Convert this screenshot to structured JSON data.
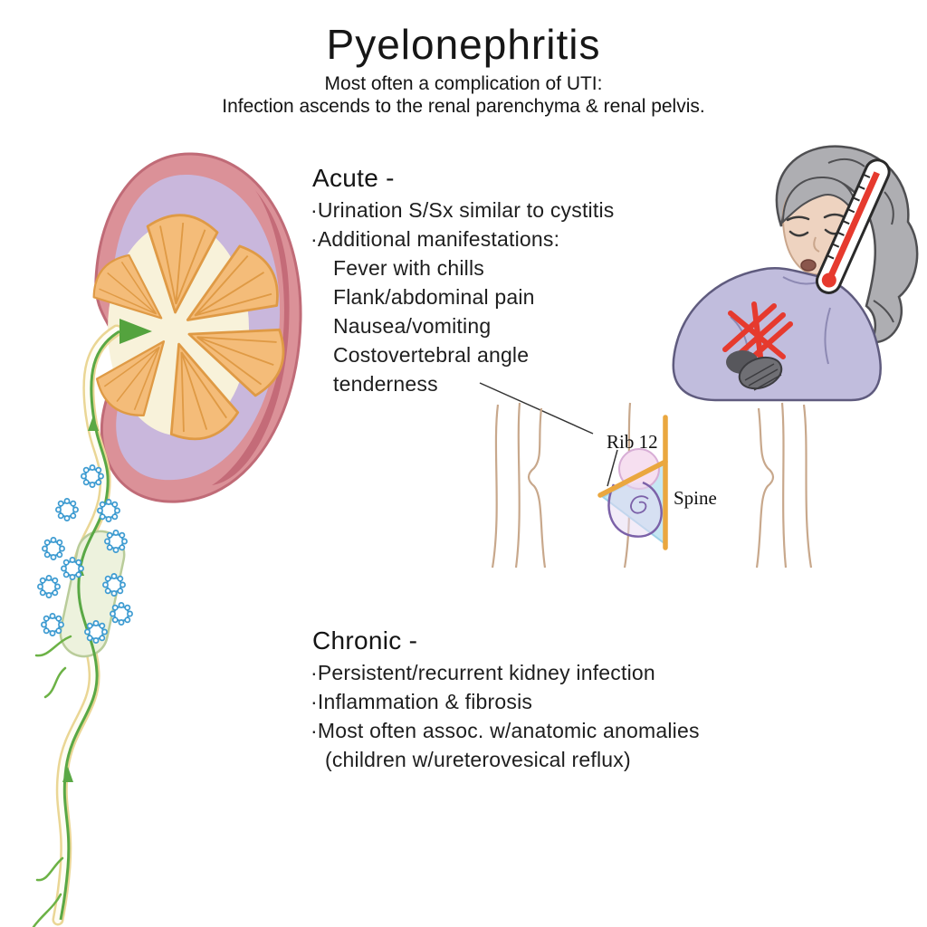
{
  "header": {
    "title": "Pyelonephritis",
    "subtitle1": "Most often a complication of UTI:",
    "subtitle2": "Infection ascends to the renal parenchyma & renal pelvis."
  },
  "acute": {
    "heading": "Acute -",
    "lines": [
      "·Urination S/Sx similar to cystitis",
      "·Additional manifestations:",
      "Fever with chills",
      "Flank/abdominal pain",
      "Nausea/vomiting",
      "Costovertebral angle",
      "tenderness"
    ]
  },
  "chronic": {
    "heading": "Chronic -",
    "lines": [
      "·Persistent/recurrent kidney infection",
      "·Inflammation & fibrosis",
      "·Most often assoc. w/anatomic anomalies",
      "(children w/ureterovesical reflux)"
    ]
  },
  "cva_diagram": {
    "rib_label": "Rib 12",
    "spine_label": "Spine"
  },
  "colors": {
    "kidney_outer": "#db9198",
    "kidney_parenchyma": "#c9b7dc",
    "pyramid_orange": "#f4bc79",
    "renal_pelvis_cream": "#f8f2da",
    "bacteria_blue": "#3d9bd1",
    "infection_green": "#5aa845",
    "pain_red": "#e63a2e",
    "bone_orange": "#eaa73f",
    "clothing_lavender": "#c1bddd"
  }
}
